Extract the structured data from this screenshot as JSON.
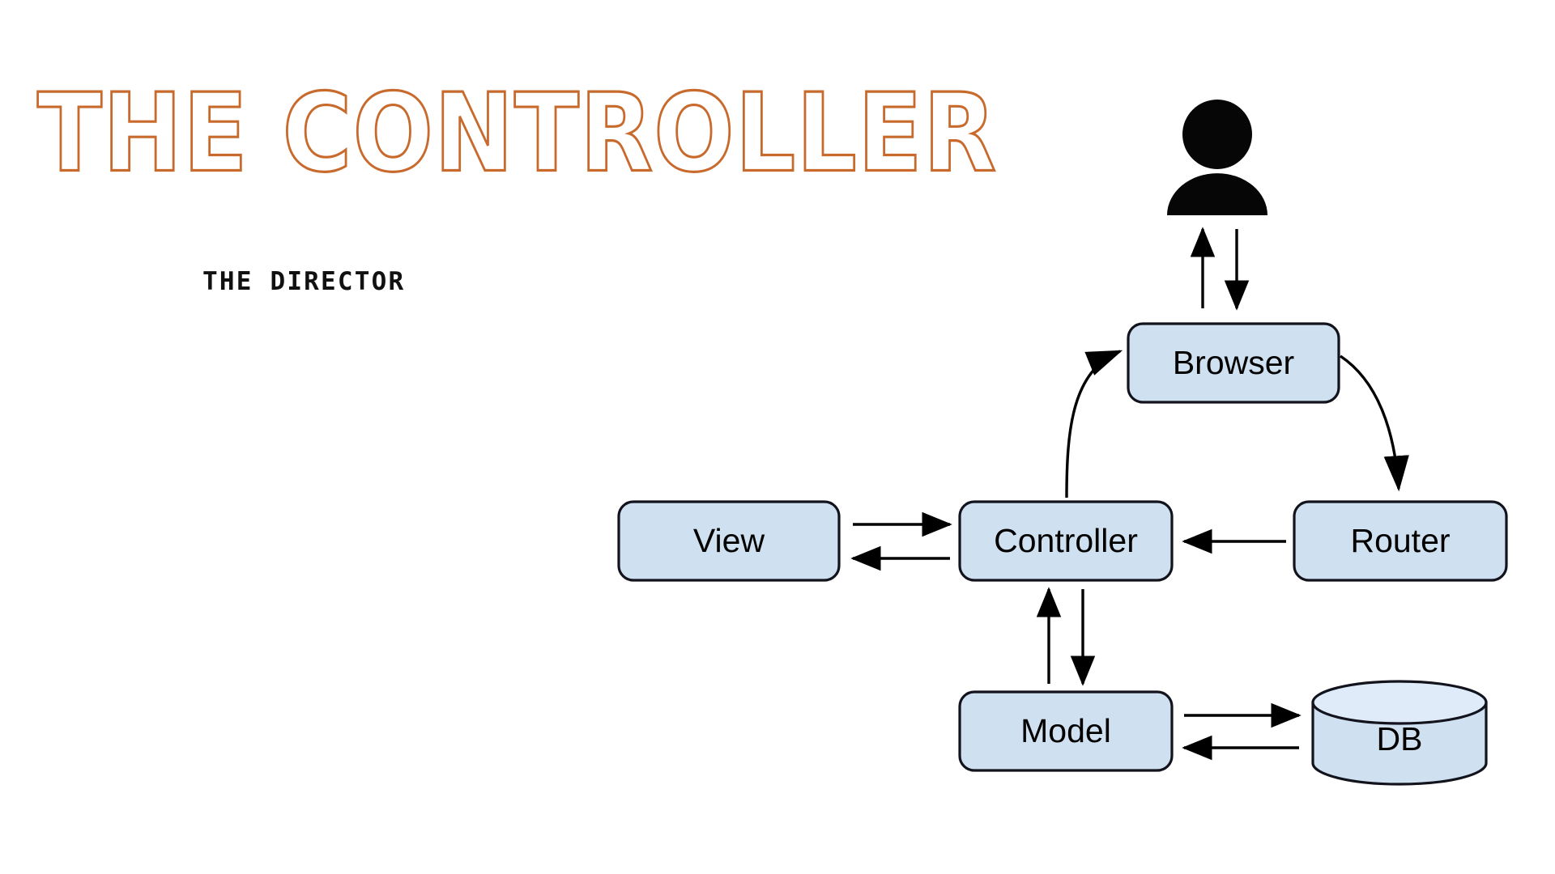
{
  "slide": {
    "title": "THE CONTROLLER",
    "subtitle": "THE DIRECTOR",
    "background_color": "#ffffff",
    "title_color": "#c96a2d",
    "title_style": "outline",
    "subtitle_color": "#111111"
  },
  "diagram": {
    "type": "flow-diagram",
    "node_fill": "#cfe0f0",
    "node_stroke": "#12131c",
    "cylinder_top_fill": "#dfebf8",
    "edge_color": "#000000",
    "actor": {
      "name": "user-actor",
      "icon": "person-icon",
      "label": ""
    },
    "nodes": [
      {
        "id": "browser",
        "label": "Browser",
        "shape": "rounded-rect"
      },
      {
        "id": "view",
        "label": "View",
        "shape": "rounded-rect"
      },
      {
        "id": "controller",
        "label": "Controller",
        "shape": "rounded-rect"
      },
      {
        "id": "router",
        "label": "Router",
        "shape": "rounded-rect"
      },
      {
        "id": "model",
        "label": "Model",
        "shape": "rounded-rect"
      },
      {
        "id": "db",
        "label": "DB",
        "shape": "cylinder"
      }
    ],
    "edges": [
      {
        "from": "browser",
        "to": "user-actor",
        "style": "straight",
        "direction": "up"
      },
      {
        "from": "user-actor",
        "to": "browser",
        "style": "straight",
        "direction": "down"
      },
      {
        "from": "controller",
        "to": "browser",
        "style": "curved",
        "direction": "up-right"
      },
      {
        "from": "browser",
        "to": "router",
        "style": "curved",
        "direction": "down-right"
      },
      {
        "from": "router",
        "to": "controller",
        "style": "straight",
        "direction": "left"
      },
      {
        "from": "view",
        "to": "controller",
        "style": "straight",
        "direction": "right"
      },
      {
        "from": "controller",
        "to": "view",
        "style": "straight",
        "direction": "left"
      },
      {
        "from": "model",
        "to": "controller",
        "style": "straight",
        "direction": "up"
      },
      {
        "from": "controller",
        "to": "model",
        "style": "straight",
        "direction": "down"
      },
      {
        "from": "model",
        "to": "db",
        "style": "straight",
        "direction": "right"
      },
      {
        "from": "db",
        "to": "model",
        "style": "straight",
        "direction": "left"
      }
    ]
  }
}
